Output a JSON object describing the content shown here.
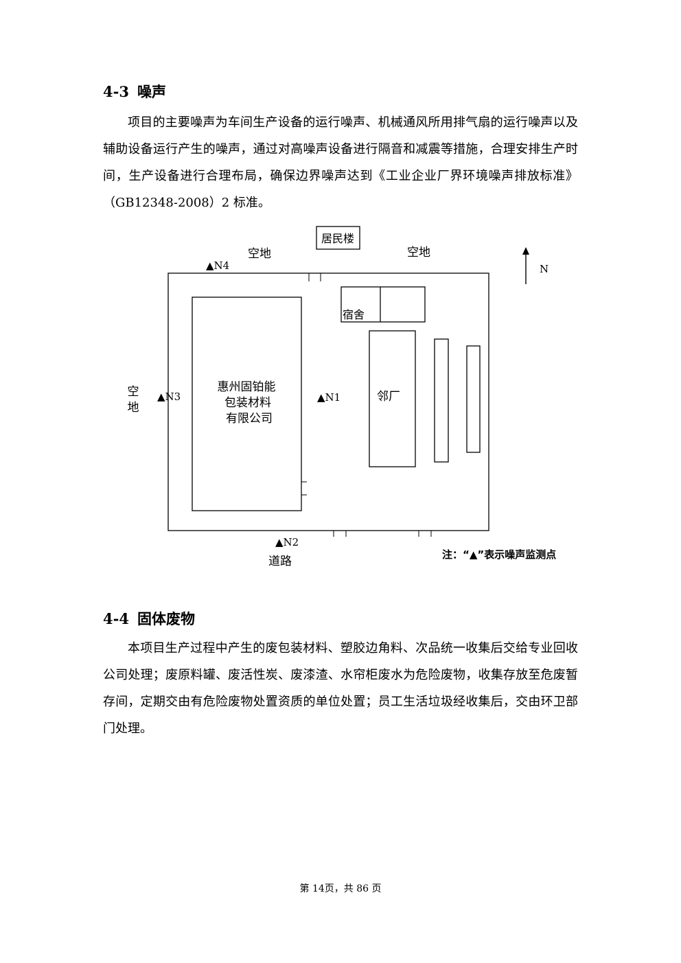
{
  "section_noise": {
    "number": "4-3",
    "title": "噪声",
    "paragraph": "项目的主要噪声为车间生产设备的运行噪声、机械通风所用排气扇的运行噪声以及辅助设备运行产生的噪声，通过对高噪声设备进行隔音和减震等措施，合理安排生产时间，生产设备进行合理布局，确保边界噪声达到《工业企业厂界环境噪声排放标准》（GB12348-2008）2 标准。"
  },
  "site_plan": {
    "residential": "居民楼",
    "vacant_north_left": "空地",
    "vacant_north_right": "空地",
    "vacant_west_1": "空",
    "vacant_west_2": "地",
    "north_label": "N",
    "dormitory": "宿舍",
    "company_line1": "惠州固铂能",
    "company_line2": "包装材料",
    "company_line3": "有限公司",
    "neighbor_factory": "邻厂",
    "road": "道路",
    "monitor_points": {
      "n1": "▲N1",
      "n2": "▲N2",
      "n3": "▲N3",
      "n4": "▲N4"
    },
    "note": "注：“▲”表示噪声监测点"
  },
  "section_waste": {
    "number": "4-4",
    "title": "固体废物",
    "paragraph": "本项目生产过程中产生的废包装材料、塑胶边角料、次品统一收集后交给专业回收公司处理；废原料罐、废活性炭、废漆渣、水帘柜废水为危险废物，收集存放至危废暂存间，定期交由有危险废物处置资质的单位处置；员工生活垃圾经收集后，交由环卫部门处理。"
  },
  "footer": {
    "page_text": "第 14页，共 86 页"
  }
}
